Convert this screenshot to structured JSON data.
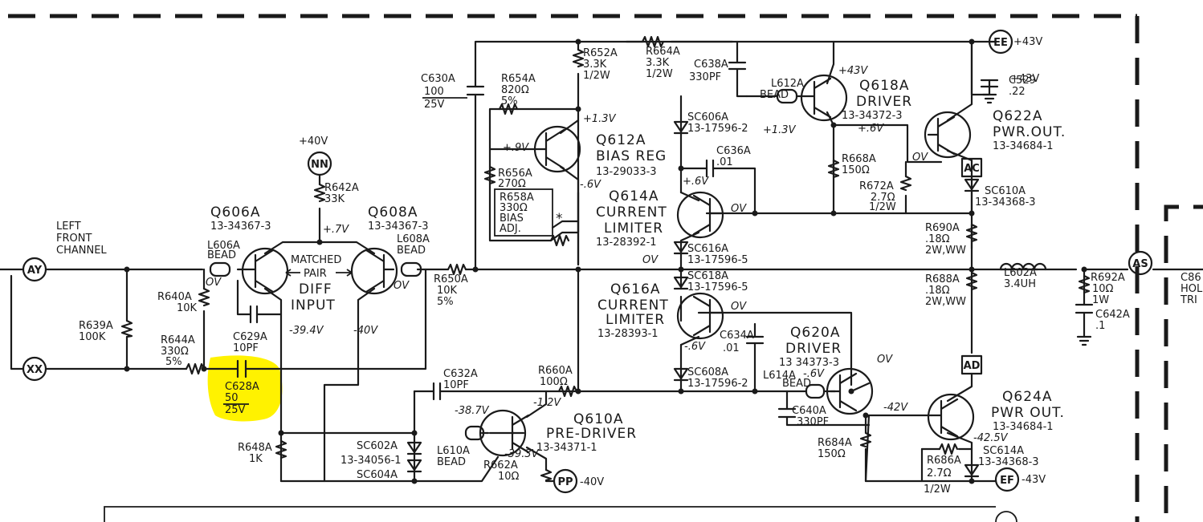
{
  "colors": {
    "ink": "#1a1a1a",
    "highlight": "#fff200",
    "paper": "#ffffff"
  },
  "input": {
    "l1": "LEFT",
    "l2": "FRONT",
    "l3": "CHANNEL"
  },
  "terms": {
    "AY": "AY",
    "XX": "XX",
    "NN": "NN",
    "EE": "EE",
    "PP": "PP",
    "AS": "AS",
    "EF": "EF",
    "AC": "AC",
    "AD": "AD"
  },
  "rails": {
    "ee": "+43V",
    "pp": "-40V",
    "ef": "-43V",
    "nn": "+40V"
  },
  "transistors": {
    "q606": {
      "name": "Q606A",
      "part": "13-34367-3"
    },
    "q608": {
      "name": "Q608A",
      "part": "13-34367-3"
    },
    "q612": {
      "name": "Q612A",
      "l2": "BIAS REG",
      "part": "13-29033-3"
    },
    "q614": {
      "name": "Q614A",
      "l2": "CURRENT",
      "l3": "LIMITER",
      "part": "13-28392-1"
    },
    "q616": {
      "name": "Q616A",
      "l2": "CURRENT",
      "l3": "LIMITER",
      "part": "13-28393-1"
    },
    "q618": {
      "name": "Q618A",
      "l2": "DRIVER",
      "part": "13-34372-3"
    },
    "q620": {
      "name": "Q620A",
      "l2": "DRIVER",
      "part": "13 34373-3"
    },
    "q622": {
      "name": "Q622A",
      "l2": "PWR.OUT.",
      "part": "13-34684-1"
    },
    "q624": {
      "name": "Q624A",
      "l2": "PWR OUT.",
      "part": "13-34684-1"
    },
    "q610": {
      "name": "Q610A",
      "l2": "PRE-DRIVER",
      "part": "13-34371-1"
    }
  },
  "diff": {
    "m1": "MATCHED",
    "m2": "PAIR",
    "d1": "DIFF",
    "d2": "INPUT"
  },
  "parts": {
    "r642": [
      "R642A",
      "33K"
    ],
    "r640": [
      "R640A",
      "10K"
    ],
    "r639": [
      "R639A",
      "100K"
    ],
    "r644": [
      "R644A",
      "330Ω",
      "5%"
    ],
    "c629": [
      "C629A",
      "10PF"
    ],
    "c628": [
      "C628A",
      "50",
      "25V"
    ],
    "l606": [
      "L606A",
      "BEAD"
    ],
    "l608": [
      "L608A",
      "BEAD"
    ],
    "r650": [
      "R650A",
      "10K",
      "5%"
    ],
    "r648": [
      "R648A",
      "1K"
    ],
    "c630": [
      "C630A",
      "100",
      "25V"
    ],
    "r654": [
      "R654A",
      "820Ω",
      "5%"
    ],
    "r652": [
      "R652A",
      "3.3K",
      "1/2W"
    ],
    "r664": [
      "R664A",
      "3.3K",
      "1/2W"
    ],
    "c638": [
      "C638A",
      "330PF"
    ],
    "r656": [
      "R656A",
      "270Ω"
    ],
    "r658": [
      "R658A",
      "330Ω",
      "BIAS",
      "ADJ."
    ],
    "sc606": [
      "SC606A",
      "13-17596-2"
    ],
    "c636": [
      "C636A",
      ".01"
    ],
    "sc616": [
      "SC616A",
      "13-17596-5"
    ],
    "sc618": [
      "SC618A",
      "13-17596-5"
    ],
    "l612": [
      "L612A",
      "BEAD"
    ],
    "c529": [
      "C529",
      ".22"
    ],
    "r668": [
      "R668A",
      "150Ω"
    ],
    "r672": [
      "R672A",
      "2.7Ω",
      "1/2W"
    ],
    "sc610": [
      "SC610A",
      "13-34368-3"
    ],
    "r690": [
      "R690A",
      ".18Ω",
      "2W,WW"
    ],
    "r688": [
      "R688A",
      ".18Ω",
      "2W,WW"
    ],
    "l602": [
      "L602A",
      "3.4UH"
    ],
    "r692": [
      "R692A",
      "10Ω",
      "1W"
    ],
    "c642": [
      "C642A",
      ".1"
    ],
    "c634": [
      "C634A",
      ".01"
    ],
    "sc608": [
      "SC608A",
      "13-17596-2"
    ],
    "l614": [
      "L614A",
      "BEAD"
    ],
    "c640": [
      "C640A",
      "330PF"
    ],
    "r684": [
      "R684A",
      "150Ω"
    ],
    "r686": [
      "R686A",
      "2.7Ω",
      "1/2W"
    ],
    "sc614": [
      "SC614A",
      "13-34368-3"
    ],
    "c632": [
      "C632A",
      "10PF"
    ],
    "r660": [
      "R660A",
      "100Ω"
    ],
    "sc602": [
      "SC602A",
      "13-34056-1"
    ],
    "sc604": [
      "SC604A"
    ],
    "l610": [
      "L610A",
      "BEAD"
    ],
    "r662": [
      "R662A",
      "10Ω"
    ]
  },
  "volts": {
    "v1": "+.7V",
    "v2": "OV",
    "v3": "OV",
    "v4": "-39.4V",
    "v5": "-40V",
    "v6": "+1.3V",
    "v7": "+.9V",
    "v8": "-.6V",
    "v9": "+.6V",
    "v10": "OV",
    "v11": "OV",
    "v12": "OV",
    "v13": "+1.3V",
    "v14": "+43V",
    "v15": "+.6V",
    "v16": "OV",
    "v17": "-.6V",
    "v18": "OV",
    "v19": "-.6V",
    "v20": "-42V",
    "v21": "-42.5V",
    "v22": "-38.7V",
    "v23": "-1.2V",
    "v24": "-39.3V"
  },
  "edge": {
    "r1": "C86",
    "r2": "HOL",
    "r3": "TRI",
    "star": "*"
  }
}
